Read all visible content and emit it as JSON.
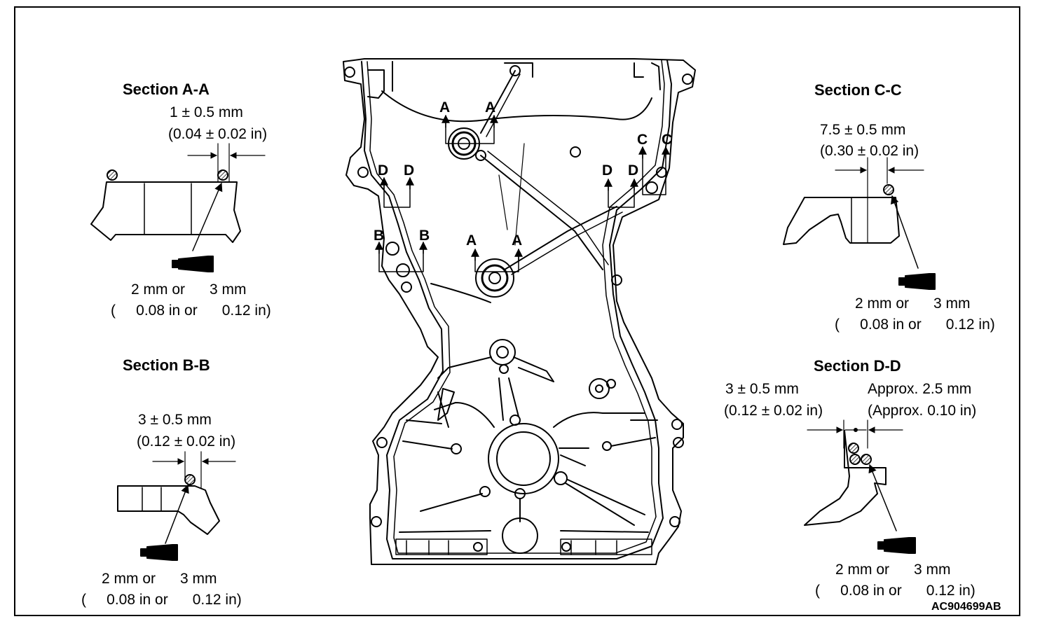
{
  "diagram_id": "AC904699AB",
  "section_a": {
    "title": "Section A-A",
    "dim": "1 ± 0.5 mm",
    "dim_in": "(0.04 ± 0.02 in)",
    "bead_mm": "2 mm or      3 mm",
    "bead_in": "(     0.08 in or      0.12 in)"
  },
  "section_b": {
    "title": "Section B-B",
    "dim": "3 ± 0.5 mm",
    "dim_in": "(0.12 ± 0.02 in)",
    "bead_mm": "2 mm or      3 mm",
    "bead_in": "(     0.08 in or      0.12 in)"
  },
  "section_c": {
    "title": "Section C-C",
    "dim": "7.5 ± 0.5 mm",
    "dim_in": "(0.30 ± 0.02 in)",
    "bead_mm": "2 mm or      3 mm",
    "bead_in": "(     0.08 in or      0.12 in)"
  },
  "section_d": {
    "title": "Section D-D",
    "dim": "3 ± 0.5 mm",
    "dim_in": "(0.12 ± 0.02 in)",
    "approx": "Approx. 2.5 mm",
    "approx_in": "(Approx. 0.10 in)",
    "bead_mm": "2 mm or      3 mm",
    "bead_in": "(     0.08 in or      0.12 in)"
  },
  "markers": {
    "a": "A",
    "b": "B",
    "c": "C",
    "d": "D"
  }
}
